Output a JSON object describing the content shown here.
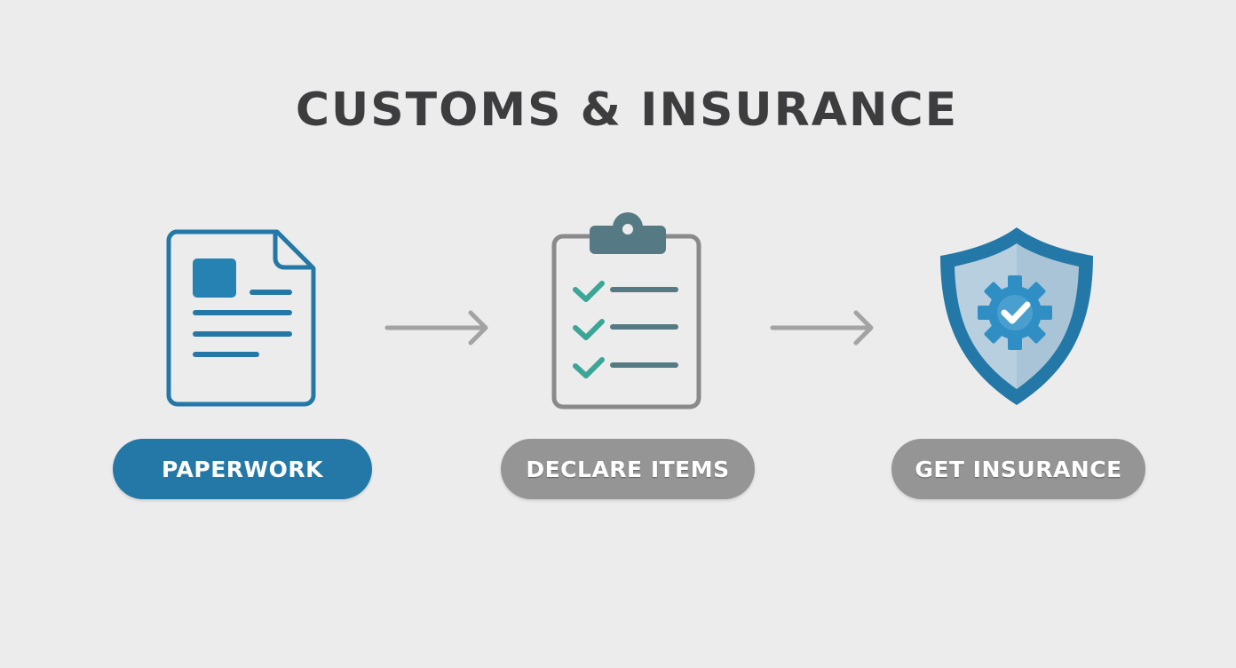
{
  "title": "CUSTOMS & INSURANCE",
  "colors": {
    "background": "#ececec",
    "title": "#3d3d3f",
    "accent_blue": "#2378a7",
    "inactive_gray": "#959595",
    "checkmark_teal": "#3ba596",
    "clipboard_dark": "#567a84",
    "arrow_gray": "#a3a3a3"
  },
  "steps": [
    {
      "label": "PAPERWORK",
      "icon": "document-icon",
      "state": "active"
    },
    {
      "label": "DECLARE ITEMS",
      "icon": "clipboard-checklist-icon",
      "state": "inactive"
    },
    {
      "label": "GET INSURANCE",
      "icon": "shield-gear-check-icon",
      "state": "inactive"
    }
  ],
  "connectors": [
    {
      "icon": "arrow-right-icon"
    },
    {
      "icon": "arrow-right-icon"
    }
  ]
}
